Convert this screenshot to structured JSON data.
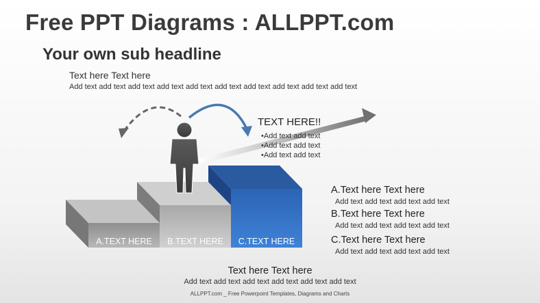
{
  "title": "Free PPT Diagrams : ALLPPT.com",
  "subheadline": "Your own sub headline",
  "top_text": {
    "heading": "Text here Text here",
    "body": "Add text add text add text add text add text add text add text add text add text add text"
  },
  "callout": {
    "title": "TEXT HERE!!",
    "bullets": [
      "•Add text add text",
      "•Add text add text",
      "•Add text add text"
    ]
  },
  "steps": [
    {
      "label": "A.TEXT HERE",
      "color": "#9a9a9a"
    },
    {
      "label": "B.TEXT HERE",
      "color": "#b5b5b5"
    },
    {
      "label": "C.TEXT HERE",
      "color": "#2f6fc4"
    }
  ],
  "right_items": [
    {
      "heading": "A.Text here Text here",
      "body": "Add text add text add text add text"
    },
    {
      "heading": "B.Text here Text here",
      "body": "Add text add text add text add text"
    },
    {
      "heading": "C.Text here Text here",
      "body": "Add text add text add text add text"
    }
  ],
  "bottom": {
    "heading": "Text here Text here",
    "body": "Add text add text add text add text add text add text"
  },
  "footer": "ALLPPT.com _ Free Powerpoint Templates, Diagrams and Charts",
  "icons": [
    "person-icon",
    "dashed-arc-arrow-icon",
    "curved-arrow-icon",
    "trend-arrow-icon"
  ],
  "colors": {
    "blue": "#2f6fc4",
    "gray_dark": "#555555",
    "arrow_blue": "#4a78b0"
  }
}
